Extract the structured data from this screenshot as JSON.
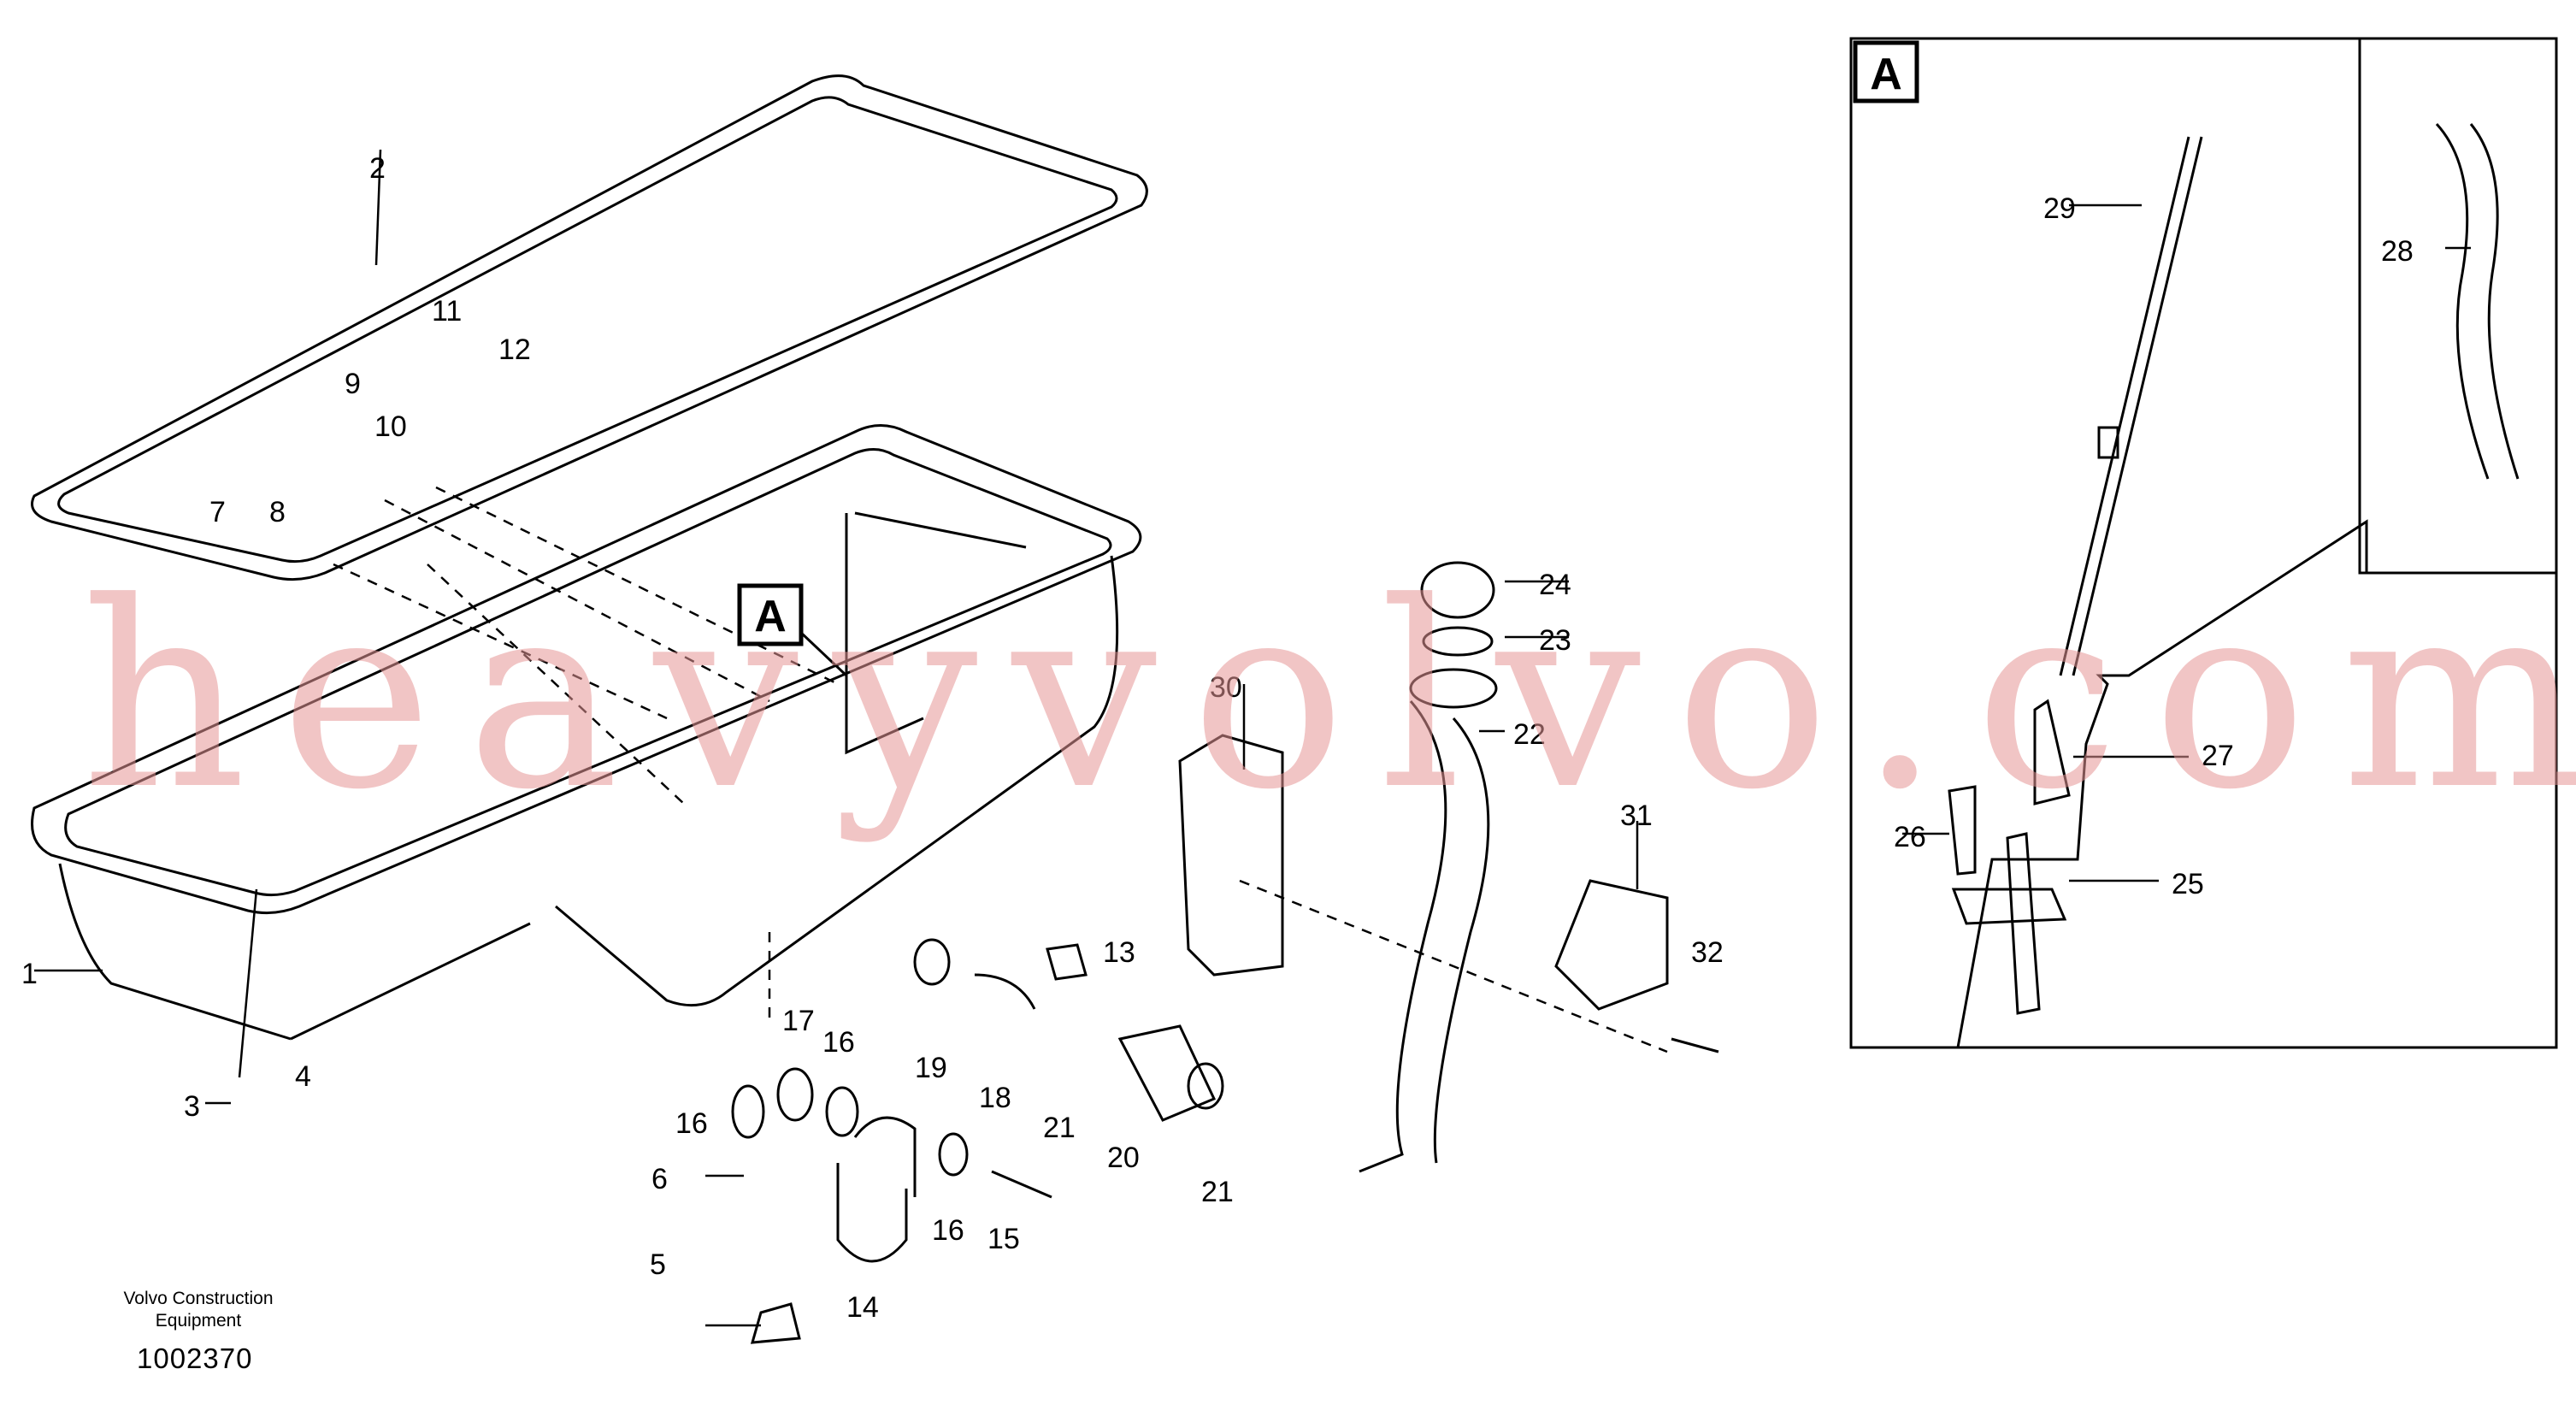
{
  "callouts": [
    "1",
    "2",
    "3",
    "4",
    "5",
    "6",
    "7",
    "8",
    "9",
    "10",
    "11",
    "12",
    "13",
    "14",
    "15",
    "16",
    "16",
    "16",
    "17",
    "18",
    "19",
    "20",
    "21",
    "21",
    "22",
    "23",
    "24",
    "25",
    "26",
    "27",
    "28",
    "29",
    "30",
    "31",
    "32"
  ],
  "detail_tag_main": "A",
  "detail_tag_inset": "A",
  "footer": {
    "company": "Volvo Construction Equipment",
    "doc_number": "1002370"
  },
  "watermark": "heavyvolvo.com",
  "colors": {
    "line": "#000000",
    "watermark": "#e69696"
  }
}
